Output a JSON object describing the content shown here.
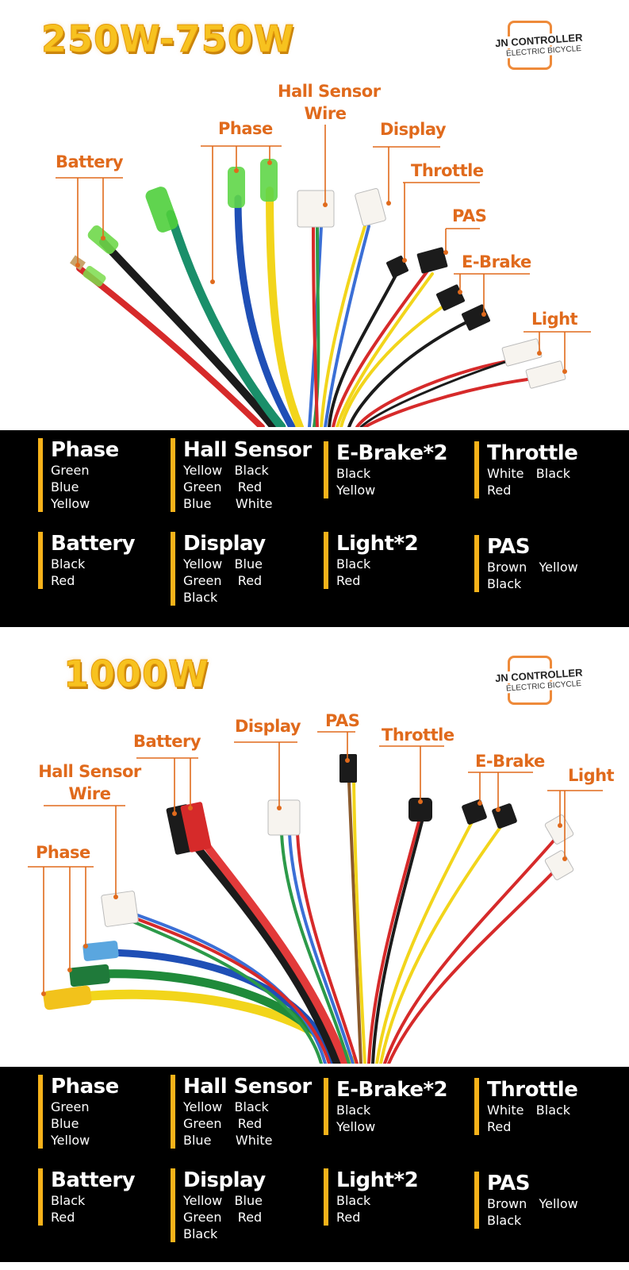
{
  "top": {
    "title": "250W-750W",
    "logo": {
      "line1": "JN CONTROLLER",
      "line2": "ELECTRIC BICYCLE"
    },
    "labels": {
      "battery": "Battery",
      "phase": "Phase",
      "hall1": "Hall Sensor",
      "hall2": "Wire",
      "display": "Display",
      "throttle": "Throttle",
      "pas": "PAS",
      "ebrake": "E-Brake",
      "light": "Light"
    }
  },
  "bottom": {
    "title": "1000W",
    "logo": {
      "line1": "JN CONTROLLER",
      "line2": "ELECTRIC BICYCLE"
    },
    "labels": {
      "hall1": "Hall Sensor",
      "hall2": "Wire",
      "phase": "Phase",
      "battery": "Battery",
      "display": "Display",
      "pas": "PAS",
      "throttle": "Throttle",
      "ebrake": "E-Brake",
      "light": "Light"
    }
  },
  "legend": [
    {
      "title": "Phase",
      "lines": [
        "Green",
        "Blue",
        "Yellow"
      ]
    },
    {
      "title": "Hall Sensor",
      "lines": [
        "Yellow   Black",
        "Green    Red",
        "Blue      White"
      ]
    },
    {
      "title": "E-Brake*2",
      "lines": [
        "Black",
        "Yellow"
      ]
    },
    {
      "title": "Throttle",
      "lines": [
        "White   Black",
        "Red"
      ]
    },
    {
      "title": "Battery",
      "lines": [
        "Black",
        "Red"
      ]
    },
    {
      "title": "Display",
      "lines": [
        "Yellow   Blue",
        "Green    Red",
        "Black"
      ]
    },
    {
      "title": "Light*2",
      "lines": [
        "Black",
        "Red"
      ]
    },
    {
      "title": "PAS",
      "lines": [
        "Brown   Yellow",
        "Black"
      ]
    }
  ],
  "colors": {
    "accent_orange": "#e06a1c",
    "legend_bar": "#f6b21a",
    "title_gold": "#f7c21f",
    "legend_bg": "#000000"
  }
}
